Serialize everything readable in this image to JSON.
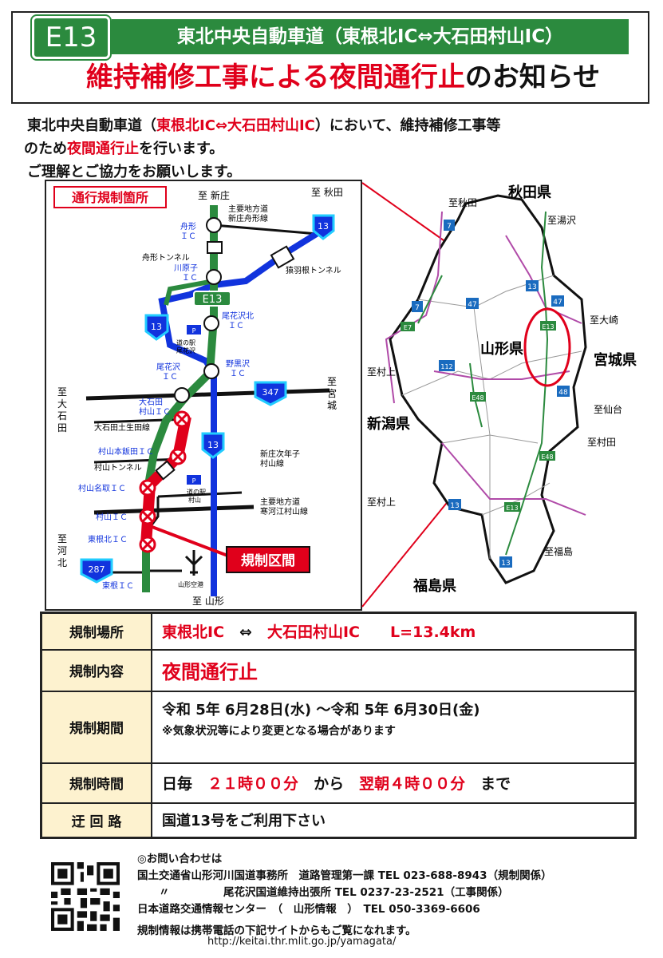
{
  "header": {
    "route_code": "E13",
    "route_name": "東北中央自動車道（東根北IC⇔大石田村山IC）",
    "title_red": "維持補修工事による夜間通行止",
    "title_black": "のお知らせ"
  },
  "intro": {
    "line1_a": "東北中央自動車道（",
    "line1_red": "東根北IC⇔大石田村山IC",
    "line1_b": "）において、維持補修工事等",
    "line2_a": "のため",
    "line2_red": "夜間通行止",
    "line2_b": "を行います。",
    "line3": "ご理解とご協力をお願いします。"
  },
  "left_map": {
    "section_label": "通行規制箇所",
    "to_shinjo": "至 新庄",
    "to_akita": "至 秋田",
    "to_yamagata": "至 山形",
    "to_miyagi": "至\n宮\n城",
    "to_oishida": "至\n大\n石\n田",
    "to_kahoku": "至\n河\n北",
    "route_badge": "E13",
    "n13_a": "13",
    "n13_b": "13",
    "n13_c": "13",
    "n347": "347",
    "n287": "287",
    "prefroad_shinjo": "主要地方道\n新庄舟形線",
    "funagata_ic": "舟形\nＩＣ",
    "funagata_tunnel": "舟形トンネル",
    "sarubane_tunnel": "猿羽根トンネル",
    "kawarago_ic": "川原子\nＩＣ",
    "obanazawa_kita_ic": "尾花沢北\nＩＣ",
    "michinoeki_obanazawa": "道の駅\n尾花沢",
    "nojiro_ic": "野黒沢\nＩＣ",
    "obanazawa_ic": "尾花沢\nＩＣ",
    "oishida_murayama_ic": "大石田\n村山ＩＣ",
    "oishida_tsuchiuda": "大石田土生田線",
    "murayama_motoiida_ic": "村山本飯田ＩＣ",
    "murayama_tunnel": "村山トンネル",
    "shinjo_tsugitoshi": "新庄次年子\n村山線",
    "michinoeki_murayama": "道の駅\n村山",
    "murayama_natori_ic": "村山名取ＩＣ",
    "murayama_ic": "村山ＩＣ",
    "prefroad_sagae": "主要地方道\n寒河江村山線",
    "higashine_kita_ic": "東根北ＩＣ",
    "higashine_ic": "東根ＩＣ",
    "yamagata_airport": "山形空港",
    "closure_label": "規制区間"
  },
  "right_map": {
    "akita": "秋田県",
    "yamagata": "山形県",
    "miyagi": "宮城県",
    "niigata": "新潟県",
    "fukushima": "福島県",
    "to_akita": "至秋田",
    "to_yuzawa": "至湯沢",
    "to_osaki": "至大崎",
    "to_sendai": "至仙台",
    "to_murata": "至村田",
    "to_fukushima": "至福島",
    "to_murakami_a": "至村上",
    "to_murakami_b": "至村上",
    "r7a": "7",
    "r7b": "7",
    "r13a": "13",
    "r13b": "13",
    "r13c": "13",
    "r47a": "47",
    "r47b": "47",
    "r48": "48",
    "r112": "112",
    "e13a": "E13",
    "e13b": "E13",
    "e48a": "E48",
    "e48b": "E48",
    "e7": "E7"
  },
  "table": {
    "place_label": "規制場所",
    "place_from": "東根北IC",
    "place_arrow": "⇔",
    "place_to": "大石田村山IC",
    "place_length": "L=13.4km",
    "content_label": "規制内容",
    "content_value": "夜間通行止",
    "period_label": "規制期間",
    "period_value": "令和 5年 6月28日(水) ～令和 5年 6月30日(金)",
    "period_note": "※気象状況等により変更となる場合があります",
    "time_label": "規制時間",
    "time_prefix": "日毎",
    "time_start": "２１時００分",
    "time_mid": "から",
    "time_end": "翌朝４時００分",
    "time_suffix": "まで",
    "detour_label": "迂 回 路",
    "detour_value": "国道13号をご利用下さい"
  },
  "contact": {
    "heading": "◎お問い合わせは",
    "line1": "国土交通省山形河川国道事務所　道路管理第一課 TEL 023-688-8943（規制関係）",
    "line2": "　　〃　　　　　尾花沢国道維持出張所 TEL 0237-23-2521（工事関係）",
    "line3": "日本道路交通情報センター　（　山形情報　）　TEL 050-3369-6606",
    "mobile_note": "規制情報は携帯電話の下記サイトからもご覧になれます。",
    "url": "http://keitai.thr.mlit.go.jp/yamagata/"
  }
}
